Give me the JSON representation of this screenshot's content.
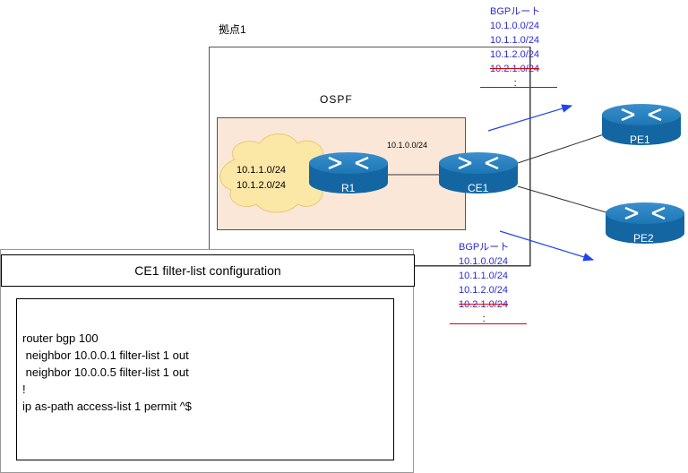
{
  "site": {
    "label": "拠点1"
  },
  "ospf": {
    "label": "OSPF",
    "subnet": "10.1.0.0/24"
  },
  "cloud": {
    "routes": [
      "10.1.1.0/24",
      "10.1.2.0/24"
    ]
  },
  "routers": {
    "r1": "R1",
    "ce1": "CE1",
    "pe1": "PE1",
    "pe2": "PE2"
  },
  "bgp_upper": {
    "title": "BGPルート",
    "routes": [
      "10.1.0.0/24",
      "10.1.1.0/24",
      "10.1.2.0/24"
    ],
    "filtered": "10.2.1.0/24",
    "ellipsis": ":"
  },
  "bgp_lower": {
    "title": "BGPルート",
    "routes": [
      "10.1.0.0/24",
      "10.1.1.0/24",
      "10.1.2.0/24"
    ],
    "filtered": "10.2.1.0/24",
    "ellipsis": ":"
  },
  "config": {
    "title": "CE1 filter-list configuration",
    "lines": [
      "router bgp 100",
      " neighbor 10.0.0.1 filter-list 1 out",
      " neighbor 10.0.0.5 filter-list 1 out",
      "!",
      "ip as-path access-list 1 permit ^$"
    ]
  },
  "colors": {
    "router": "#1d77b5",
    "arrow": "#2244ee",
    "route_text": "#2b2bd8",
    "strike": "#e00000",
    "ospf_bg": "#fbe7d8",
    "cloud": "#fbe7a6"
  }
}
